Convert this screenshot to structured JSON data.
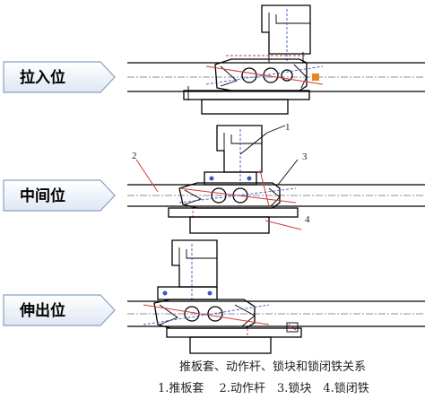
{
  "states": [
    {
      "label": "拉入位"
    },
    {
      "label": "中间位"
    },
    {
      "label": "伸出位"
    }
  ],
  "part_numbers": [
    "1",
    "2",
    "3",
    "4"
  ],
  "caption": {
    "title": "推板套、动作杆、锁块和锁闭铁关系",
    "legend": "1.推板套　 2.动作杆　3.锁块　4.锁闭铁"
  }
}
